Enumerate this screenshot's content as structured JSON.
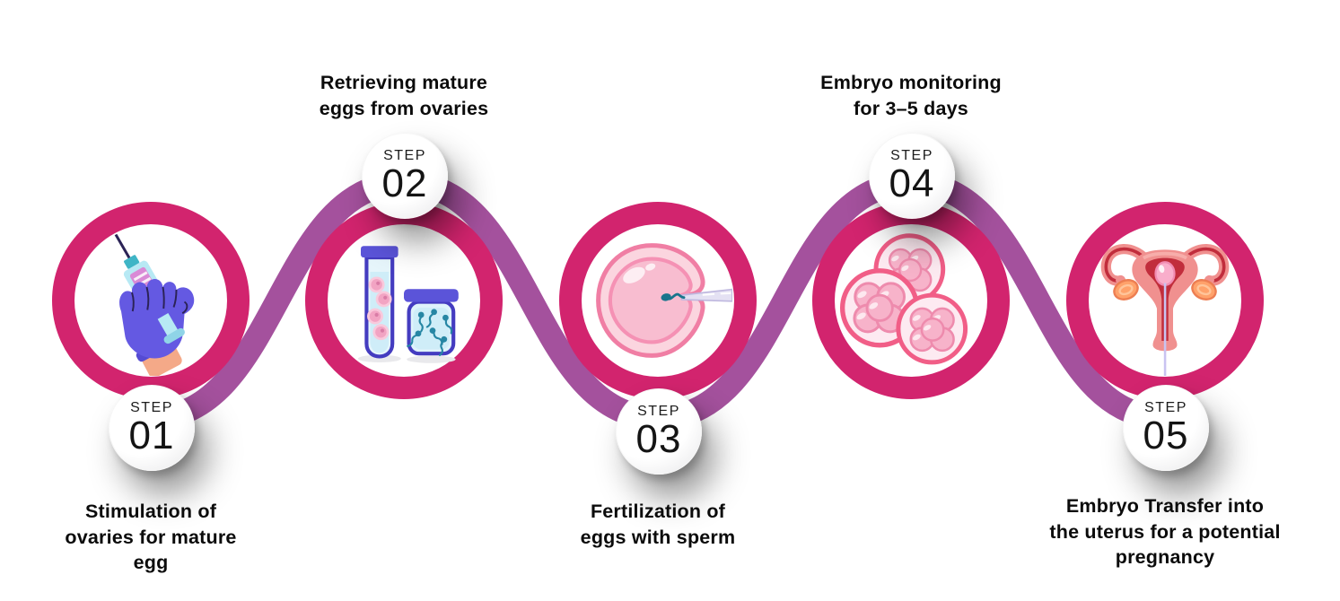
{
  "process": "5-step fertility treatment infographic",
  "steps": [
    {
      "badge_label": "STEP",
      "badge_number": "01",
      "title_lines": [
        "Stimulation of",
        "ovaries for mature",
        "egg"
      ],
      "icon": "gloved-hand-syringe"
    },
    {
      "badge_label": "STEP",
      "badge_number": "02",
      "title_lines": [
        "Retrieving mature",
        "eggs from ovaries"
      ],
      "icon": "egg-test-tube-and-sperm-jar"
    },
    {
      "badge_label": "STEP",
      "badge_number": "03",
      "title_lines": [
        "Fertilization of",
        "eggs with sperm"
      ],
      "icon": "needle-injecting-sperm-into-egg"
    },
    {
      "badge_label": "STEP",
      "badge_number": "04",
      "title_lines": [
        "Embryo monitoring",
        "for 3–5 days"
      ],
      "icon": "embryo-cell-clusters"
    },
    {
      "badge_label": "STEP",
      "badge_number": "05",
      "title_lines": [
        "Embryo Transfer into",
        "the uterus for a potential",
        "pregnancy"
      ],
      "icon": "uterus-embryo-transfer"
    }
  ],
  "colors": {
    "ring_pink": "#D2246E",
    "band_purple": "#A4519D",
    "badge_background": "#FFFFFF",
    "badge_text": "#1A1A1A",
    "label_text": "#0B0B0B"
  }
}
